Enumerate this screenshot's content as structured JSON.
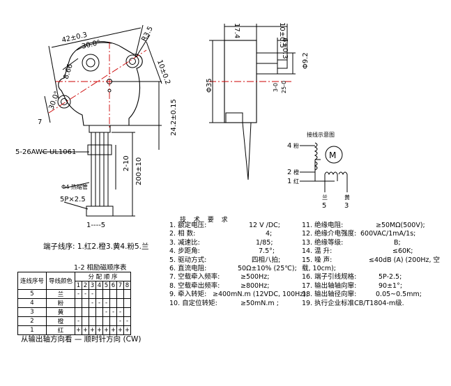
{
  "front_view": {
    "dims": {
      "width_42": "42±0.3",
      "angle_30": "30.0°",
      "r35": "R3.5",
      "d866": "8.66",
      "angle_300": "30.0°",
      "d7": "7",
      "d10": "10±0.2",
      "d24": "24.2±0.15"
    },
    "wire_label": "5-26AWC UL1061",
    "len_2_10": "2-10",
    "len_200": "200±10",
    "heat_shrink": "Φ4 热缩管",
    "connector": "5P×2.5",
    "pin_range": "1----5"
  },
  "side_view": {
    "dims": {
      "d174": "17.4",
      "d10_05": "10±0.5",
      "d6_03": "6±0.3",
      "d35": "Φ35",
      "d92": "Φ9.2",
      "d30": "3-0",
      "d250": "25-0"
    }
  },
  "schematic": {
    "title": "接线示意图",
    "motor_label": "M",
    "wires": [
      {
        "num": "4",
        "color": "粉"
      },
      {
        "num": "2",
        "color": "橙"
      },
      {
        "num": "1",
        "color": "红"
      }
    ],
    "bottom": [
      {
        "color": "兰",
        "num": "5"
      },
      {
        "color": "黄",
        "num": "3"
      }
    ]
  },
  "terminal_caption": "端子线序: 1.红2.橙3.黄4.粉5.兰",
  "sequence_table": {
    "title": "1-2 相励磁顺序表",
    "header_col1": "连线序号",
    "header_col2": "导线颜色",
    "header_group": "分 配 顺 序",
    "steps": [
      "1",
      "2",
      "3",
      "4",
      "5",
      "6",
      "7",
      "8"
    ],
    "rows": [
      {
        "num": "5",
        "color": "兰",
        "cells": [
          "-",
          "-",
          "-",
          "",
          "",
          "",
          "",
          ""
        ]
      },
      {
        "num": "4",
        "color": "粉",
        "cells": [
          "",
          "",
          "-",
          "-",
          "-",
          "",
          "",
          ""
        ]
      },
      {
        "num": "3",
        "color": "黄",
        "cells": [
          "",
          "",
          "",
          "",
          "-",
          "-",
          "-",
          ""
        ]
      },
      {
        "num": "2",
        "color": "橙",
        "cells": [
          "-",
          "",
          "",
          "",
          "",
          "",
          "-",
          "-"
        ]
      },
      {
        "num": "1",
        "color": "红",
        "cells": [
          "+",
          "+",
          "+",
          "+",
          "+",
          "+",
          "+",
          "+"
        ]
      }
    ]
  },
  "direction_note": "从输出轴方向看 — 顺时针方向 (CW)",
  "spec_title": "技 术 要 求",
  "specs_left": [
    {
      "label": "1. 额定电压:",
      "value": "12 V /DC;"
    },
    {
      "label": "2. 相           数:",
      "value": "4;"
    },
    {
      "label": "3. 减速比:",
      "value": "1/85;"
    },
    {
      "label": "4. 步距角:",
      "value": "7.5°;"
    },
    {
      "label": "5. 驱动方式:",
      "value": "四相八拍;"
    },
    {
      "label": "6. 直流电阻:",
      "value": "50Ω±10% (25℃);"
    },
    {
      "label": "7. 空载牵入频率:",
      "value": "≥500Hz;"
    },
    {
      "label": "8. 空载牵出频率:",
      "value": "≥800Hz;"
    },
    {
      "label": "9. 牵入转矩:",
      "value": "≥400mN.m (12VDC, 100Hz);"
    },
    {
      "label": "10. 自定位转矩:",
      "value": "≥50mN.m      ;"
    }
  ],
  "specs_right": [
    {
      "label": "11. 绝缘电阻:",
      "value": "≥50MΩ(500V);"
    },
    {
      "label": "12. 绝缘介电强度:",
      "value": "600VAC/1mA/1s;"
    },
    {
      "label": "13. 绝缘等级:",
      "value": "B;"
    },
    {
      "label": "14. 温             升:",
      "value": "≤60K;"
    },
    {
      "label": "15. 噪             声:",
      "value": "≤40dB (A) (200Hz, 空"
    },
    {
      "label": "载, 10cm);",
      "value": ""
    },
    {
      "label": "16. 端子引线规格:",
      "value": "5P-2.5;"
    },
    {
      "label": "17. 输出轴轴向窜:",
      "value": "90±1°;"
    },
    {
      "label": "18. 输出轴径向窜:",
      "value": "0.05~0.5mm;"
    },
    {
      "label": "19. 执行企业标准CB/T1804-m级.",
      "value": ""
    }
  ]
}
